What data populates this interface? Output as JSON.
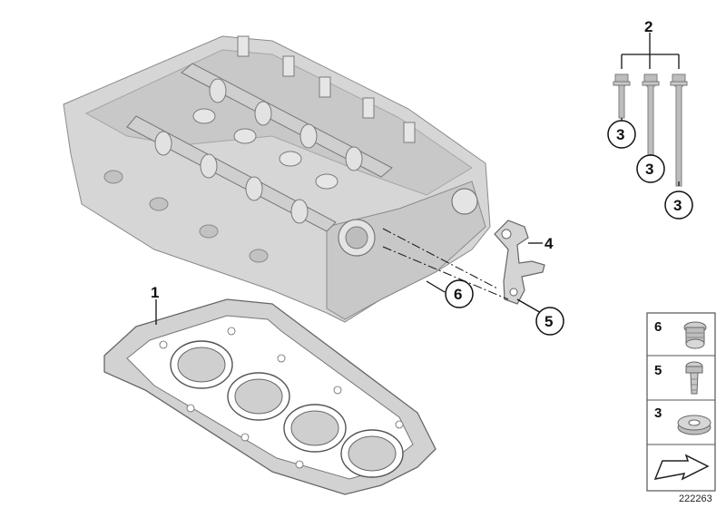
{
  "callouts": {
    "c1": "1",
    "c2": "2",
    "c3a": "3",
    "c3b": "3",
    "c3c": "3",
    "c4": "4",
    "c5": "5",
    "c6": "6"
  },
  "legend": {
    "items": [
      {
        "number": "6",
        "part": "screw-plug"
      },
      {
        "number": "5",
        "part": "bolt"
      },
      {
        "number": "3",
        "part": "washer"
      }
    ],
    "arrow_icon": "forward-arrow-icon"
  },
  "diagram_number": "222263",
  "colors": {
    "part_gray": "#d6d6d6",
    "outline": "#8a8a8a",
    "border": "#555555"
  }
}
